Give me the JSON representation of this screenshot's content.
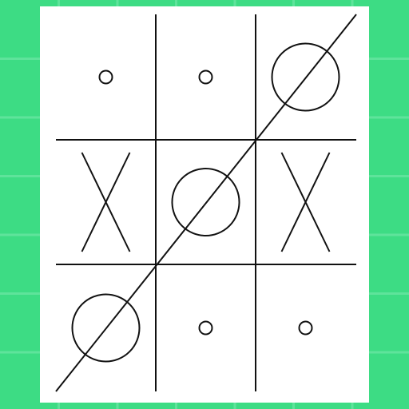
{
  "colors": {
    "background": "#3ddc84",
    "background_grid_line": "#5fe39b",
    "paper": "#ffffff",
    "ink": "#111111"
  },
  "board": {
    "rows": 3,
    "cols": 3,
    "cells": [
      [
        "empty",
        "empty",
        "O"
      ],
      [
        "X",
        "O",
        "X"
      ],
      [
        "O",
        "empty",
        "empty"
      ]
    ]
  },
  "win_line": {
    "player": "O",
    "cells": [
      [
        2,
        0
      ],
      [
        1,
        1
      ],
      [
        0,
        2
      ]
    ]
  }
}
